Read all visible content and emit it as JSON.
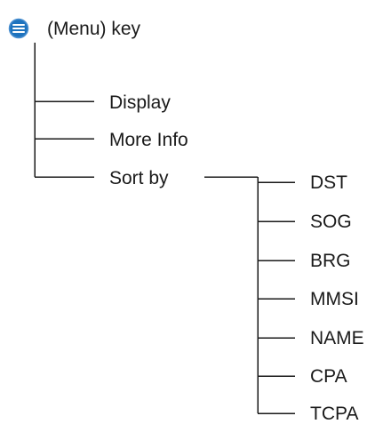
{
  "root": {
    "icon": "menu-icon",
    "icon_color": "#1e73be",
    "label": "(Menu) key"
  },
  "menu_items": [
    {
      "label": "Display"
    },
    {
      "label": "More Info"
    },
    {
      "label": "Sort by"
    }
  ],
  "sort_options": [
    {
      "label": "DST"
    },
    {
      "label": "SOG"
    },
    {
      "label": "BRG"
    },
    {
      "label": "MMSI"
    },
    {
      "label": "NAME"
    },
    {
      "label": "CPA"
    },
    {
      "label": "TCPA"
    }
  ]
}
